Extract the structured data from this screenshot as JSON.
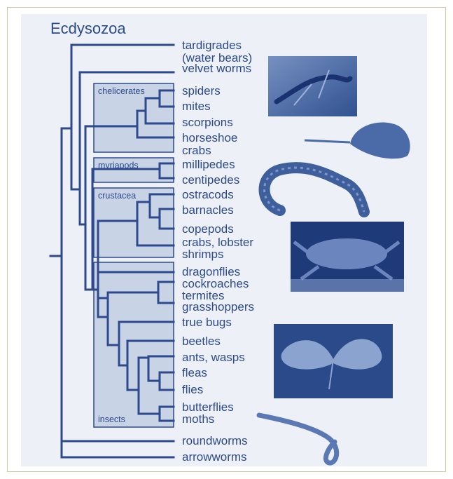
{
  "title": "Ecdysozoa",
  "taxa": [
    {
      "id": "tardigrades",
      "lines": [
        "tardigrades",
        "(water bears)"
      ]
    },
    {
      "id": "velvet-worms",
      "lines": [
        "velvet worms"
      ]
    },
    {
      "id": "spiders",
      "lines": [
        "spiders"
      ]
    },
    {
      "id": "mites",
      "lines": [
        "mites"
      ]
    },
    {
      "id": "scorpions",
      "lines": [
        "scorpions"
      ]
    },
    {
      "id": "horseshoe-crabs",
      "lines": [
        "horseshoe",
        "crabs"
      ]
    },
    {
      "id": "millipedes",
      "lines": [
        "millipedes"
      ]
    },
    {
      "id": "centipedes",
      "lines": [
        "centipedes"
      ]
    },
    {
      "id": "ostracods",
      "lines": [
        "ostracods"
      ]
    },
    {
      "id": "barnacles",
      "lines": [
        "barnacles"
      ]
    },
    {
      "id": "copepods",
      "lines": [
        "copepods"
      ]
    },
    {
      "id": "crabs-lobster",
      "lines": [
        "crabs, lobster"
      ]
    },
    {
      "id": "shrimps",
      "lines": [
        "shrimps"
      ]
    },
    {
      "id": "dragonflies",
      "lines": [
        "dragonflies"
      ]
    },
    {
      "id": "cockroaches",
      "lines": [
        "cockroaches"
      ]
    },
    {
      "id": "termites",
      "lines": [
        "termites"
      ]
    },
    {
      "id": "grasshoppers",
      "lines": [
        "grasshoppers"
      ]
    },
    {
      "id": "true-bugs",
      "lines": [
        "true bugs"
      ]
    },
    {
      "id": "beetles",
      "lines": [
        "beetles"
      ]
    },
    {
      "id": "ants-wasps",
      "lines": [
        "ants, wasps"
      ]
    },
    {
      "id": "fleas",
      "lines": [
        "fleas"
      ]
    },
    {
      "id": "flies",
      "lines": [
        "flies"
      ]
    },
    {
      "id": "butterflies",
      "lines": [
        "butterflies"
      ]
    },
    {
      "id": "moths",
      "lines": [
        "moths"
      ]
    },
    {
      "id": "roundworms",
      "lines": [
        "roundworms"
      ]
    },
    {
      "id": "arrowworms",
      "lines": [
        "arrowworms"
      ]
    }
  ],
  "groups": [
    {
      "id": "chelicerates",
      "label": "chelicerates"
    },
    {
      "id": "myriapods",
      "label": "myriapods"
    },
    {
      "id": "crustacea",
      "label": "crustacea"
    },
    {
      "id": "insects",
      "label": "insects"
    }
  ],
  "photos": [
    {
      "id": "velvet-worm-photo",
      "icon": "velvet-worm-icon"
    },
    {
      "id": "horseshoe-crab-photo",
      "icon": "horseshoe-crab-icon"
    },
    {
      "id": "centipede-photo",
      "icon": "centipede-icon"
    },
    {
      "id": "crab-photo",
      "icon": "crab-icon"
    },
    {
      "id": "butterfly-photo",
      "icon": "butterfly-icon"
    },
    {
      "id": "roundworm-photo",
      "icon": "roundworm-icon"
    }
  ],
  "colors": {
    "ink": "#2d4a8c",
    "panel": "#edf1f7",
    "box": "#c9d3e6",
    "photo_dark": "#2a4a8a",
    "photo_light": "#8aa3cf"
  }
}
